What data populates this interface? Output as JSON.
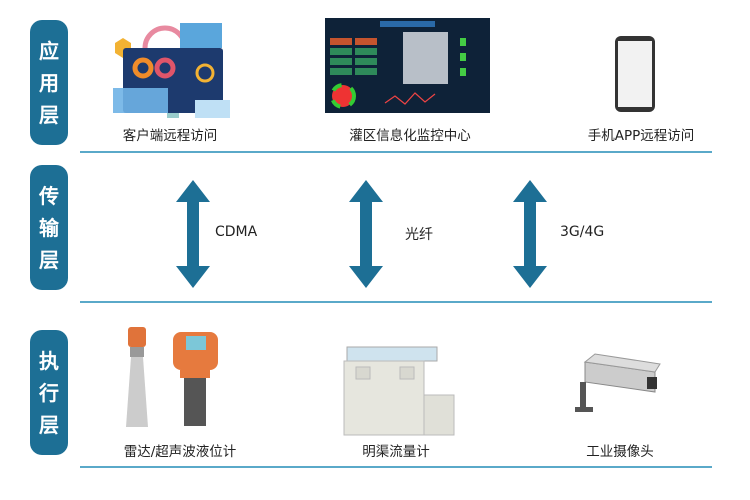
{
  "layers": [
    {
      "label": [
        "应",
        "用",
        "层"
      ]
    },
    {
      "label": [
        "传",
        "输",
        "层"
      ]
    },
    {
      "label": [
        "执",
        "行",
        "层"
      ]
    }
  ],
  "application": {
    "items": [
      "客户端远程访问",
      "灌区信息化监控中心",
      "手机APP远程访问"
    ]
  },
  "transport": {
    "items": [
      "CDMA",
      "光纤",
      "3G/4G"
    ]
  },
  "execution": {
    "items": [
      "雷达/超声波液位计",
      "明渠流量计",
      "工业摄像头"
    ]
  },
  "colors": {
    "primary": "#1d6f95",
    "divider": "#5aa9c9"
  }
}
